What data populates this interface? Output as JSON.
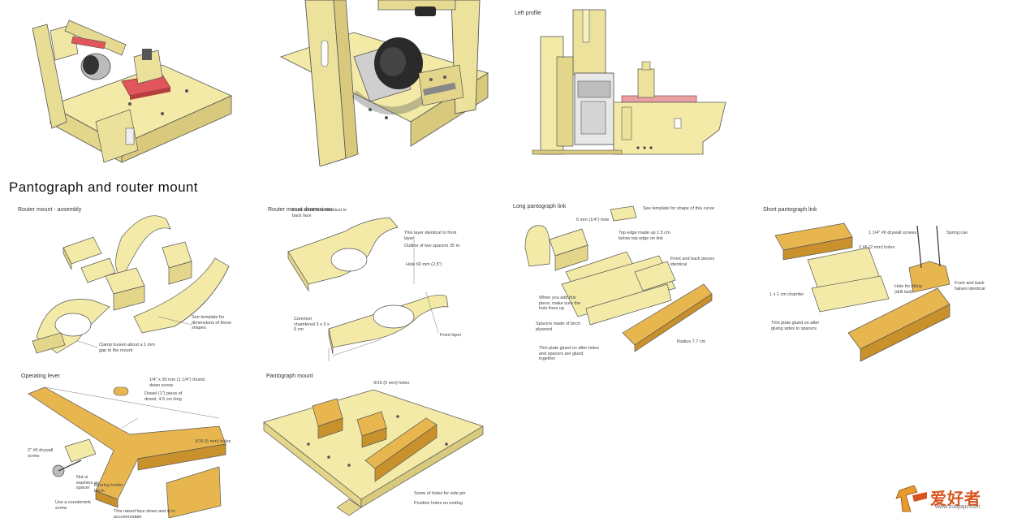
{
  "heading": "Pantograph and router mount",
  "top_views": {
    "left_profile": "Left profile"
  },
  "sections": {
    "router_mount_assembly": {
      "title": "Router mount - assembly",
      "notes": [
        "See template for dimensions of these shapes",
        "Clamp loosen about a 1 mm gap to the mount"
      ]
    },
    "router_mount_dimensions": {
      "title": "Router mount dimensions",
      "notes": [
        "Front small face identical to back face",
        "This layer identical to front layer",
        "Outline of two spacers 35 m.",
        "Hole 60 mm (2.5\")",
        "Front layer",
        "Common chamfered 3 x 3 x 6 cm"
      ]
    },
    "long_pantograph_link": {
      "title": "Long pantograph link",
      "notes": [
        "See template for shape of this curve",
        "6 mm (1/4\") hole",
        "Top edge made up 1.5 cm below top edge on link",
        "Front and back pieces identical",
        "When you add this piece, make sure the hole lines up",
        "Spacers made of birch plywood",
        "Thin plate glued on after holes and spacers are glued together",
        "Radius 7.7 cm"
      ]
    },
    "short_pantograph_link": {
      "title": "Short pantograph link",
      "notes": [
        "1 1/4\" #6 drywall screws",
        "Spring can",
        "2 #6 (2 mm) holes",
        "Front and back halves identical",
        "1 x 1 cm chamfer",
        "Thin plate glued on after gluing sides to spacers",
        "Hole for fitting (drill last)"
      ]
    },
    "operating_lever": {
      "title": "Operating lever",
      "notes": [
        "1/4\" x 30 mm (1 1/4\") thumb down screw",
        "Dowel (1\") piece of dowel, 4.5 cm long",
        "2\" #6 drywall screw",
        "Nut or washers as spacer",
        "Bearing holder block",
        "Use a countersink screw",
        "This raised face down and is to accommodate",
        "3/16 (5 mm) holes"
      ]
    },
    "pantograph_mount": {
      "title": "Pantograph mount",
      "notes": [
        "3/16 (5 mm) holes",
        "Some of holes for side pin",
        "Position holes on ending"
      ]
    }
  },
  "watermark": {
    "text": "爱好者",
    "url": "www.zuojiaju.com"
  },
  "colors": {
    "wood_light": "#f2eaa6",
    "wood_mid": "#e3d68a",
    "wood_dark": "#c9b664",
    "plank": "#e8b64f",
    "plank_dark": "#c9912c",
    "metal": "#9a9a9a",
    "red": "#e0565a",
    "black": "#222222"
  }
}
